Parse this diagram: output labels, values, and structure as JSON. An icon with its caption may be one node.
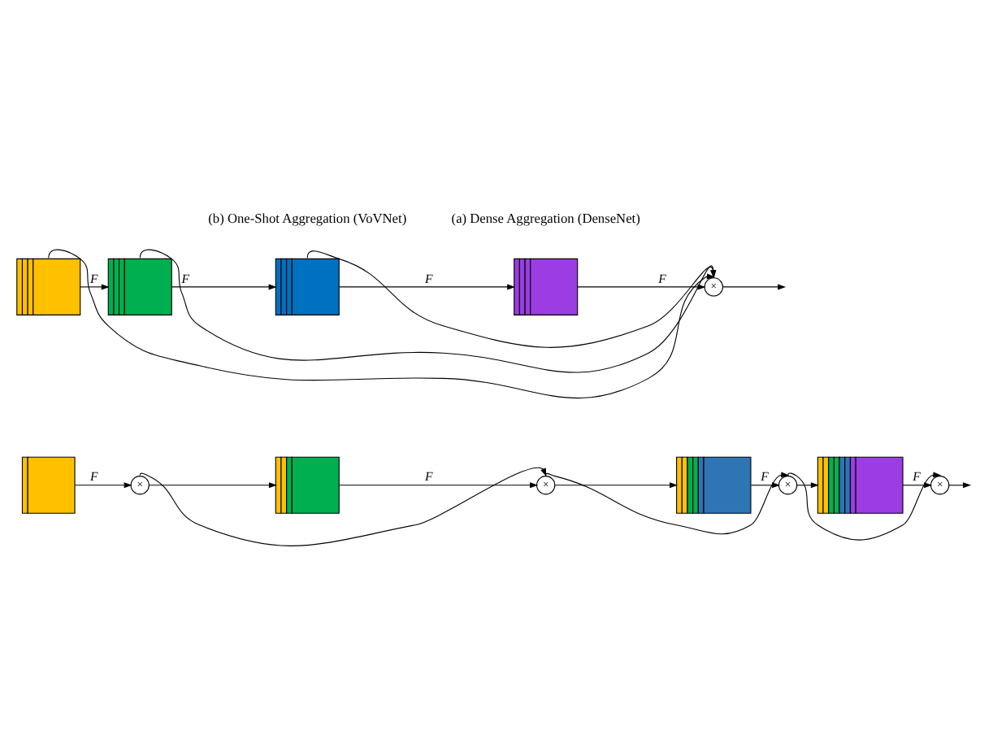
{
  "diagram": {
    "nodes": [
      {
        "text": [],
        "shape": "box"
      },
      {
        "text": [
          "×"
        ]
      },
      {
        "text": [],
        "shape": "box"
      },
      {
        "text": [
          "×"
        ]
      },
      {
        "text": [],
        "shape": "box"
      },
      {
        "text": [
          "×"
        ]
      },
      {
        "text": [],
        "shape": "box"
      },
      {
        "text": [
          "×"
        ]
      },
      {
        "text": [],
        "shape": "box"
      },
      {
        "text": [],
        "shape": "box"
      },
      {
        "text": [],
        "shape": "box"
      },
      {
        "text": [],
        "shape": "box"
      },
      {
        "text": [
          "×"
        ]
      }
    ],
    "edges": [
      {
        "from": 0,
        "to": 1,
        "arrow": "to",
        "label": "F"
      },
      {
        "from": 1,
        "to": 2,
        "arrow": "to"
      },
      {
        "from": 2,
        "to": 3,
        "arrow": "to",
        "label": "F"
      },
      {
        "from": 3,
        "to": 4,
        "arrow": "to"
      },
      {
        "from": 4,
        "to": 5,
        "arrow": "to",
        "label": "F"
      },
      {
        "from": 5,
        "to": 6,
        "arrow": "to"
      },
      {
        "from": 6,
        "to": 7,
        "arrow": "to",
        "label": "F"
      },
      {
        "from": 7,
        "to": null,
        "arrow": "to"
      },
      {
        "from": 1,
        "to": 3,
        "arrow": "to"
      },
      {
        "from": 3,
        "to": 5,
        "arrow": "to"
      },
      {
        "from": 5,
        "to": 7,
        "arrow": "to"
      },
      {
        "from": 8,
        "to": 9,
        "arrow": "to",
        "label": "F"
      },
      {
        "from": 9,
        "to": 10,
        "arrow": "to",
        "label": "F"
      },
      {
        "from": 10,
        "to": 11,
        "arrow": "to",
        "label": "F"
      },
      {
        "from": 11,
        "to": 12,
        "arrow": "to",
        "label": "F"
      },
      {
        "from": 12,
        "to": null,
        "arrow": "to"
      },
      {
        "from": 8,
        "to": 12,
        "arrow": "to"
      },
      {
        "from": 9,
        "to": 12,
        "arrow": "to"
      },
      {
        "from": 10,
        "to": 12,
        "arrow": "to"
      }
    ],
    "labels": [
      "(a) Dense Aggregation (DenseNet)",
      "(b) One-Shot Aggregation (VoVNet)"
    ]
  }
}
